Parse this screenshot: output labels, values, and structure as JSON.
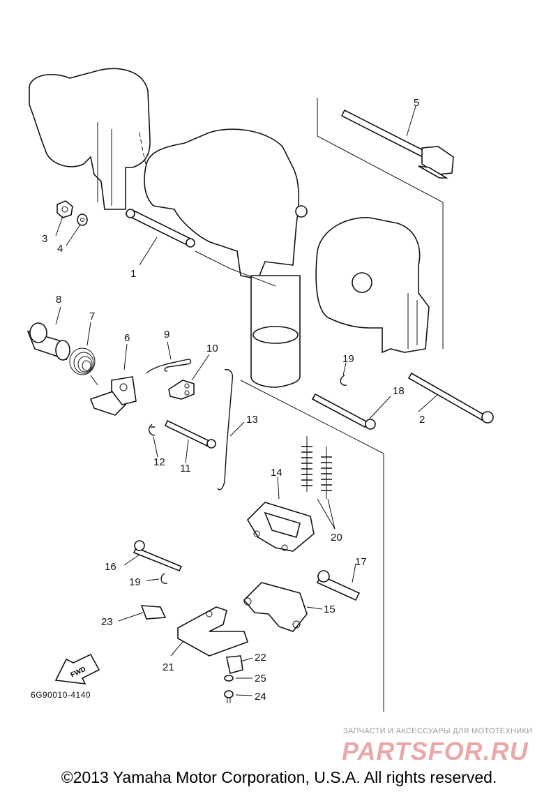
{
  "callouts": [
    {
      "num": "1"
    },
    {
      "num": "2"
    },
    {
      "num": "3"
    },
    {
      "num": "4"
    },
    {
      "num": "5"
    },
    {
      "num": "6"
    },
    {
      "num": "7"
    },
    {
      "num": "8"
    },
    {
      "num": "9"
    },
    {
      "num": "10"
    },
    {
      "num": "11"
    },
    {
      "num": "12"
    },
    {
      "num": "13"
    },
    {
      "num": "14"
    },
    {
      "num": "15"
    },
    {
      "num": "16"
    },
    {
      "num": "17"
    },
    {
      "num": "18"
    },
    {
      "num": "19"
    },
    {
      "num": "19"
    },
    {
      "num": "20"
    },
    {
      "num": "21"
    },
    {
      "num": "22"
    },
    {
      "num": "23"
    },
    {
      "num": "24"
    },
    {
      "num": "25"
    }
  ],
  "fwd_label": "FWD",
  "drawing_code": "6G90010-4140",
  "watermark": {
    "tagline": "ЗАПЧАСТИ И АКСЕССУАРЫ ДЛЯ МОТОТЕХНИКИ",
    "logo": "PARTSFOR.RU"
  },
  "copyright": "©2013 Yamaha Motor Corporation, U.S.A. All rights reserved."
}
